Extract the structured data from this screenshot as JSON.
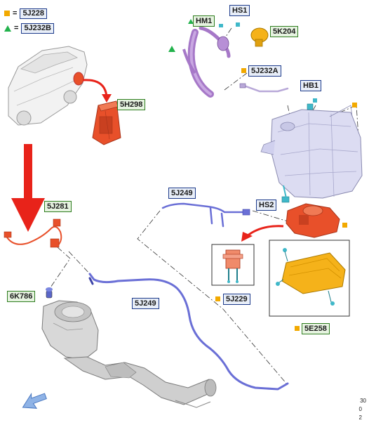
{
  "legend": [
    {
      "symbol": "square",
      "code": "5J228"
    },
    {
      "symbol": "triangle",
      "code": "5J232B"
    }
  ],
  "callouts": {
    "hm1": "HM1",
    "hs1": "HS1",
    "k5k204": "5K204",
    "j5j232a": "5J232A",
    "hb1": "HB1",
    "h5h298": "5H298",
    "j5j249_top": "5J249",
    "hs2": "HS2",
    "j5j281": "5J281",
    "k6k786": "6K786",
    "j5j249_bottom": "5J249",
    "j5j229": "5J229",
    "e5e258": "5E258"
  },
  "reference": [
    "30",
    "0",
    "2"
  ],
  "colors": {
    "callout_green_border": "#2f7d1f",
    "callout_blue_border": "#1c3a8a",
    "part_red": "#e8502a",
    "arrow_red": "#e8231a",
    "tank_lavender": "#dcdcf2",
    "hose_purple": "#a678c8",
    "line_blue": "#6a6fd6",
    "module_yellow": "#f5b21a",
    "connector_teal": "#3fb8c9",
    "nav_arrow": "#8fb3e6"
  }
}
